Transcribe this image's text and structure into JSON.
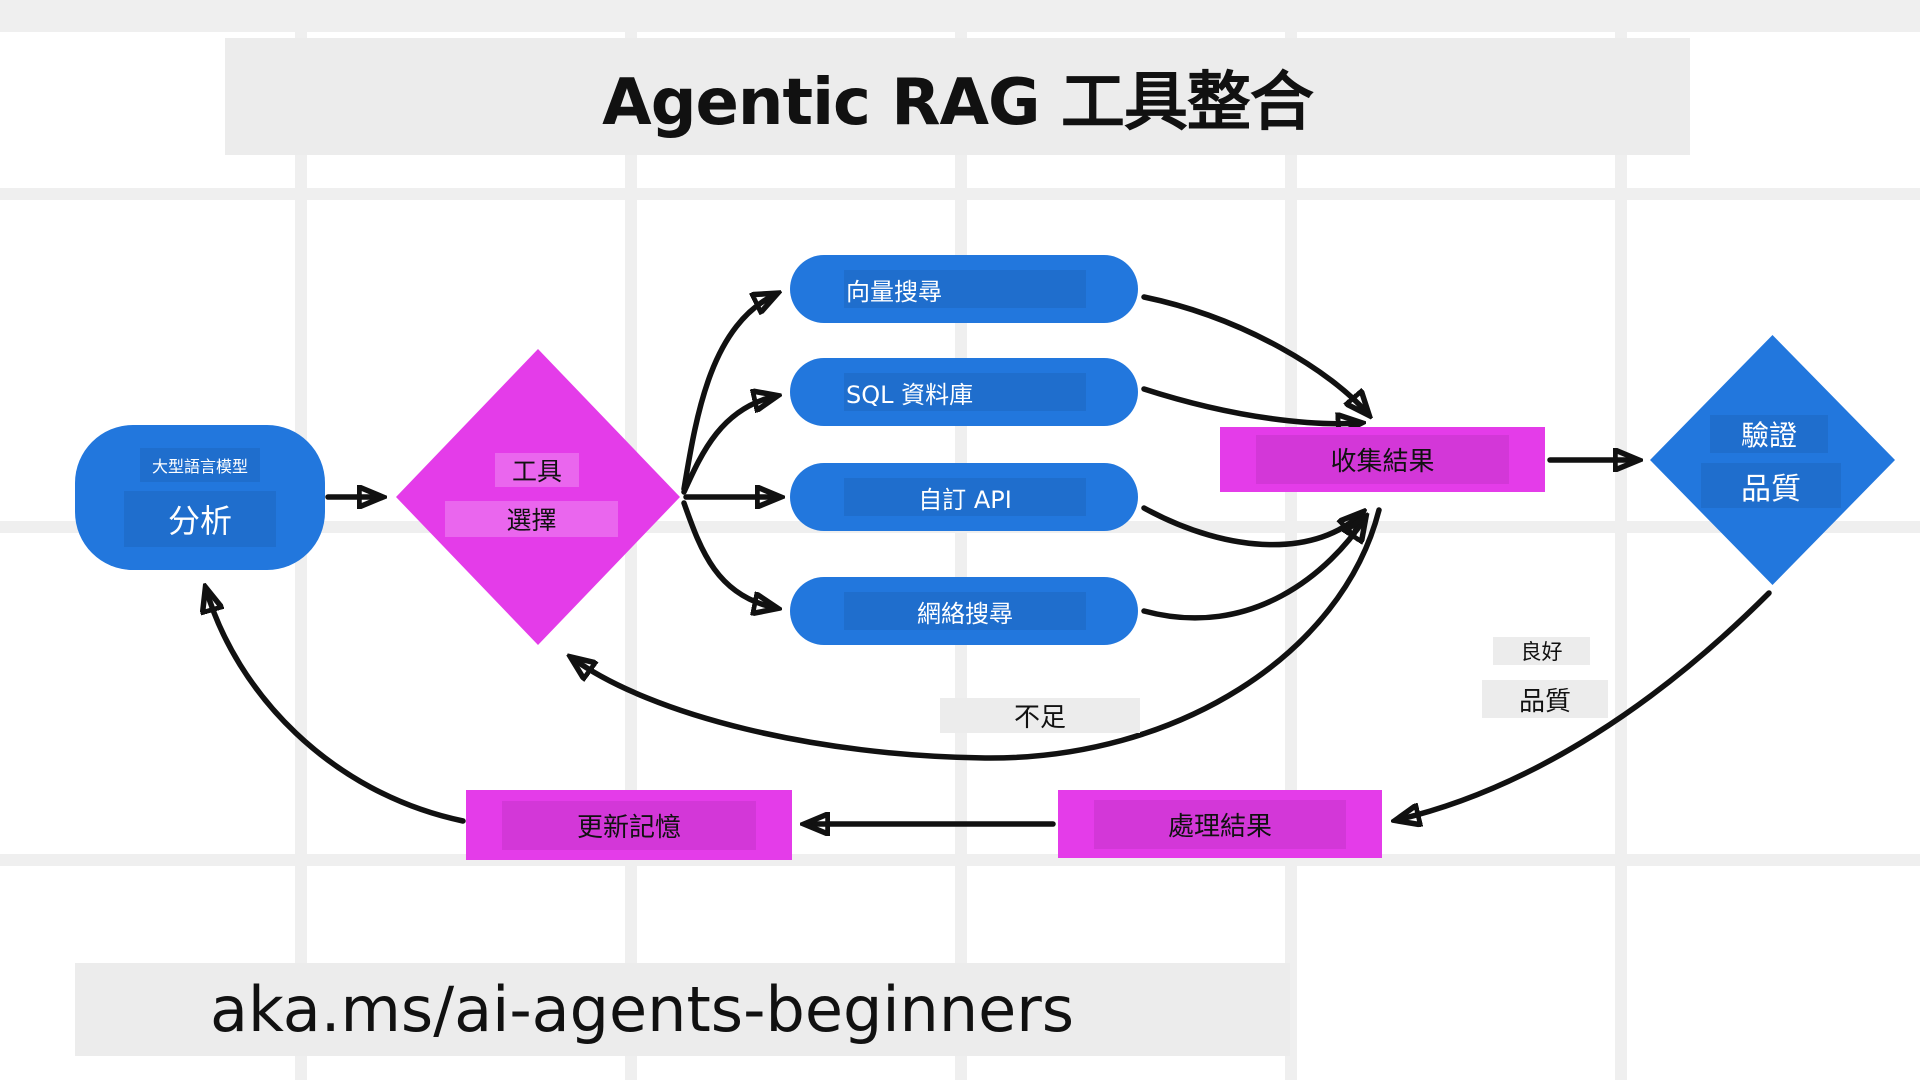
{
  "title": "Agentic RAG 工具整合",
  "footer": {
    "url": "aka.ms/ai-agents-beginners"
  },
  "nodes": {
    "llm": {
      "tag": "大型語言模型",
      "label": "分析"
    },
    "tool_select": {
      "line1": "工具",
      "line2": "選擇"
    },
    "tools": [
      {
        "label": "向量搜尋"
      },
      {
        "label": "SQL 資料庫"
      },
      {
        "label": "自訂 API"
      },
      {
        "label": "網絡搜尋"
      }
    ],
    "collect": {
      "label": "收集結果"
    },
    "validate": {
      "line1": "驗證",
      "line2": "品質"
    },
    "process": {
      "label": "處理結果"
    },
    "update_memory": {
      "label": "更新記憶"
    }
  },
  "edge_labels": {
    "good_line1": "良好",
    "good_line2": "品質",
    "insufficient": "不足"
  },
  "edges": [
    {
      "from": "分析",
      "to": "工具選擇",
      "label": ""
    },
    {
      "from": "工具選擇",
      "to": "向量搜尋",
      "label": ""
    },
    {
      "from": "工具選擇",
      "to": "SQL 資料庫",
      "label": ""
    },
    {
      "from": "工具選擇",
      "to": "自訂 API",
      "label": ""
    },
    {
      "from": "工具選擇",
      "to": "網絡搜尋",
      "label": ""
    },
    {
      "from": "向量搜尋",
      "to": "收集結果",
      "label": ""
    },
    {
      "from": "SQL 資料庫",
      "to": "收集結果",
      "label": ""
    },
    {
      "from": "自訂 API",
      "to": "收集結果",
      "label": ""
    },
    {
      "from": "網絡搜尋",
      "to": "收集結果",
      "label": ""
    },
    {
      "from": "收集結果",
      "to": "驗證品質",
      "label": ""
    },
    {
      "from": "驗證品質",
      "to": "處理結果",
      "label": "良好品質"
    },
    {
      "from": "收集結果",
      "to": "工具選擇",
      "label": "不足"
    },
    {
      "from": "處理結果",
      "to": "更新記憶",
      "label": ""
    },
    {
      "from": "更新記憶",
      "to": "分析",
      "label": ""
    }
  ],
  "colors": {
    "blue": "#2277DD",
    "magenta": "#E43CE9",
    "band_gray": "#ECECEC",
    "grid_gray": "#EFEFEF",
    "arrow_black": "#111111"
  }
}
